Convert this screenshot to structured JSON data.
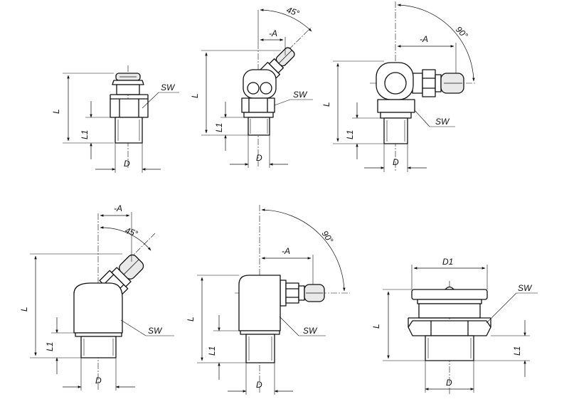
{
  "labels": {
    "L": "L",
    "L1": "L1",
    "D": "D",
    "D1": "D1",
    "SW": "SW",
    "A": "-A",
    "angle45": "45°",
    "angle90": "90°"
  }
}
